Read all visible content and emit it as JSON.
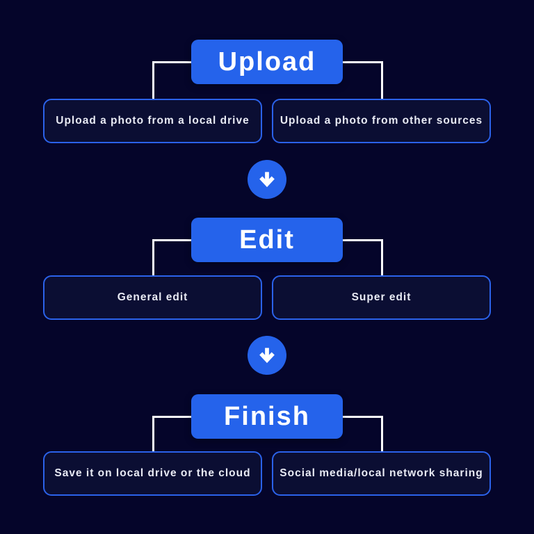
{
  "canvas": {
    "background_color": "#05052a",
    "accent_blue": "#2563eb",
    "node_border_blue": "#2b62ea",
    "node_fill": "#0b0e33",
    "connector_color": "#ffffff",
    "text_color": "#e8eaf4"
  },
  "flow": {
    "steps": [
      {
        "title": "Upload",
        "branches": [
          "Upload a photo from a local drive",
          "Upload a photo from other sources"
        ]
      },
      {
        "title": "Edit",
        "branches": [
          "General edit",
          "Super edit"
        ]
      },
      {
        "title": "Finish",
        "branches": [
          "Save it on local drive or the cloud",
          "Social media/local network sharing"
        ]
      }
    ],
    "separator_icon": "arrow-down-icon"
  }
}
